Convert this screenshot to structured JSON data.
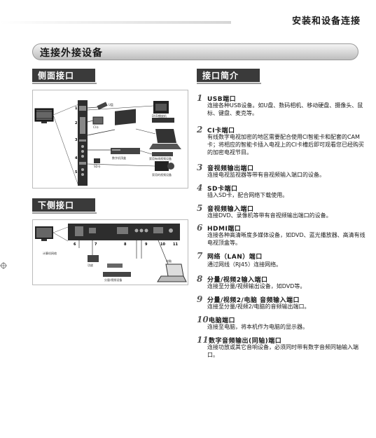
{
  "header": {
    "title": "安装和设备连接"
  },
  "section": {
    "title": "连接外接设备"
  },
  "side": {
    "heading": "侧面接口",
    "labels": {
      "usb": "U盘",
      "ci": "CI卡",
      "sd": "SD卡",
      "dvd": "DVD播放机",
      "decoder": "数字机顶盒",
      "settopbox": "家用有线视频设备",
      "device": "家用的视频设备"
    }
  },
  "bottom": {
    "heading": "下侧接口",
    "labels": {
      "antenna": "计算机网络",
      "amp": "功放",
      "player": "分量/视频设备",
      "laptop": "电脑"
    }
  },
  "ports": {
    "heading": "接口简介",
    "items": [
      {
        "num": "1",
        "title": "USB端口",
        "desc": "连接各种USB设备。如U盘、数码相机、移动硬盘、摄像头、鼠标、键盘、麦克等。"
      },
      {
        "num": "2",
        "title": "CI卡端口",
        "desc": "有线数字电视加密的地区需要配合使用CI智能卡和配套的CAM卡；将相应的智能卡插入电视上的CI卡槽后即可观看您已经购买的加密电视节目。"
      },
      {
        "num": "3",
        "title": "音视频输出端口",
        "desc": "连接电视监视器等带有音视频输入端口的设备。"
      },
      {
        "num": "4",
        "title": "SD卡端口",
        "desc": "插入SD卡，配合网络下载使用。"
      },
      {
        "num": "5",
        "title": "音视频输入端口",
        "desc": "连接DVD、录像机等带有音视频输出端口的设备。"
      },
      {
        "num": "6",
        "title": "HDMI端口",
        "desc": "连接各种高清晰度多媒体设备，如DVD、蓝光播放器、高清有线电视顶盒等。"
      },
      {
        "num": "7",
        "title": "网络（LAN）端口",
        "desc": "通过网线（RJ45）连接网络。"
      },
      {
        "num": "8",
        "title": "分量/视频2输入端口",
        "desc": "连接至分量/视频输出设备，如DVD等。"
      },
      {
        "num": "9",
        "title": "分量/视频2/电脑 音频输入端口",
        "desc": "连接至分量/视频2/电脑的音频输出端口。"
      },
      {
        "num": "10",
        "title": "电脑端口",
        "desc": "连接至电脑，将本机作为电脑的显示器。"
      },
      {
        "num": "11",
        "title": "数字音频输出(同轴)端口",
        "desc": "连接功放或其它音响设备，必须同时带有数字音频同轴输入端口。"
      }
    ]
  }
}
